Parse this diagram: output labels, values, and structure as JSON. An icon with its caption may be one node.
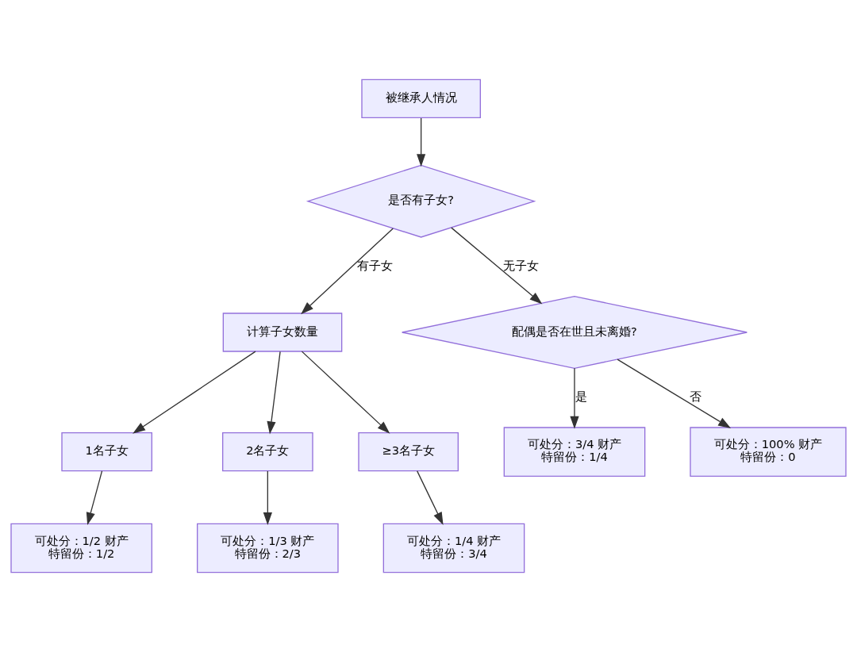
{
  "diagram": {
    "nodes": [
      {
        "text": [
          "被继承人情况"
        ]
      },
      {
        "text": [
          "是否有子女?"
        ]
      },
      {
        "text": [
          "计算子女数量"
        ]
      },
      {
        "text": [
          "配偶是否在世且未离婚?"
        ]
      },
      {
        "text": [
          "1名子女"
        ]
      },
      {
        "text": [
          "2名子女"
        ]
      },
      {
        "text": [
          "≥3名子女"
        ]
      },
      {
        "text": [
          "可处分：3/4 财产",
          "特留份：1/4"
        ]
      },
      {
        "text": [
          "可处分：100% 财产",
          "特留份：0"
        ]
      },
      {
        "text": [
          "可处分：1/2 财产",
          "特留份：1/2"
        ]
      },
      {
        "text": [
          "可处分：1/3 财产",
          "特留份：2/3"
        ]
      },
      {
        "text": [
          "可处分：1/4 财产",
          "特留份：3/4"
        ]
      }
    ],
    "edges": [
      {
        "from": 0,
        "to": 1,
        "arrow": "to"
      },
      {
        "from": 1,
        "to": 2,
        "arrow": "to",
        "label": "有子女"
      },
      {
        "from": 1,
        "to": 3,
        "arrow": "to",
        "label": "无子女"
      },
      {
        "from": 2,
        "to": 4,
        "arrow": "to"
      },
      {
        "from": 2,
        "to": 5,
        "arrow": "to"
      },
      {
        "from": 2,
        "to": 6,
        "arrow": "to"
      },
      {
        "from": 3,
        "to": 7,
        "arrow": "to",
        "label": "是"
      },
      {
        "from": 3,
        "to": 8,
        "arrow": "to",
        "label": "否"
      },
      {
        "from": 4,
        "to": 9,
        "arrow": "to"
      },
      {
        "from": 5,
        "to": 10,
        "arrow": "to"
      },
      {
        "from": 6,
        "to": 11,
        "arrow": "to"
      }
    ]
  }
}
